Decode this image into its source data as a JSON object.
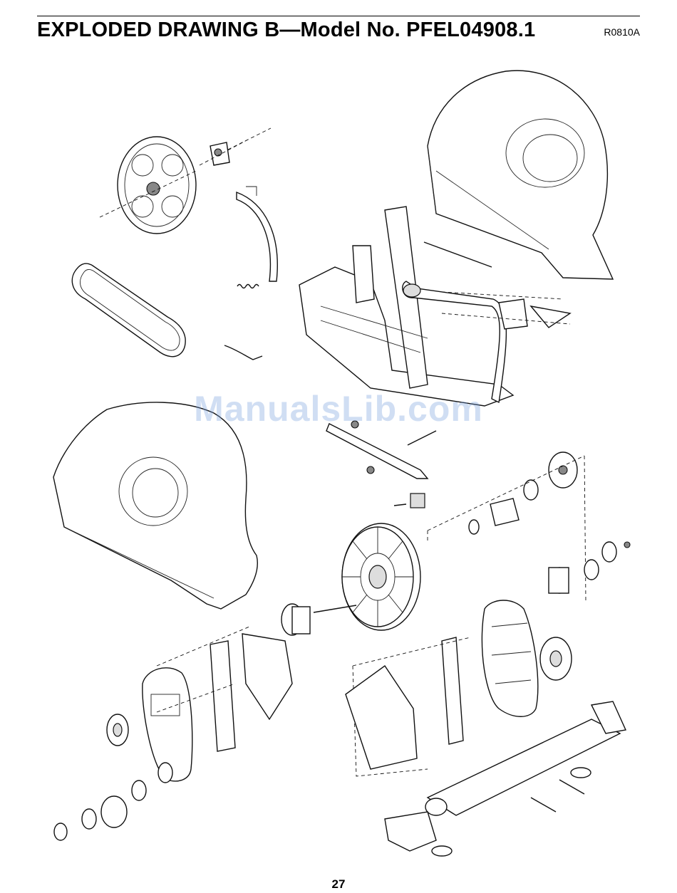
{
  "header": {
    "title": "EXPLODED DRAWING B—Model No. PFEL04908.1",
    "code": "R0810A"
  },
  "watermark": "ManualsLib.com",
  "footer": {
    "page_number": "27"
  }
}
